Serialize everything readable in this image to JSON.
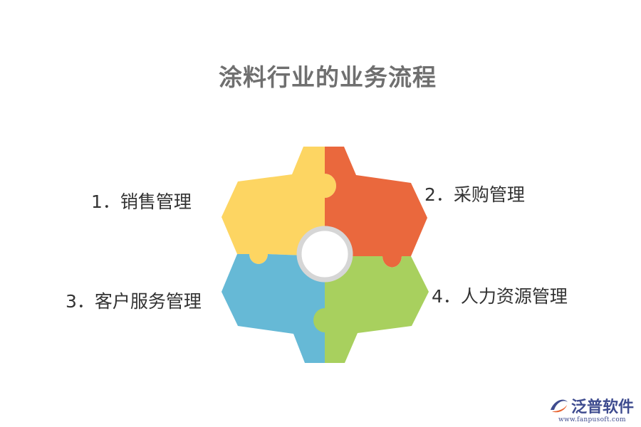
{
  "title": "涂料行业的业务流程",
  "steps": [
    {
      "label": "1．销售管理",
      "color": "#fdd562"
    },
    {
      "label": "2．采购管理",
      "color": "#ea683d"
    },
    {
      "label": "3．客户服务管理",
      "color": "#66b9d6"
    },
    {
      "label": "4．人力资源管理",
      "color": "#a8d05e"
    }
  ],
  "center_ring_color": "#d6d6d6",
  "logo": {
    "name": "泛普软件",
    "url": "www.fanpusoft.com",
    "color": "#3f4c8f",
    "accent": "#e8612c"
  }
}
